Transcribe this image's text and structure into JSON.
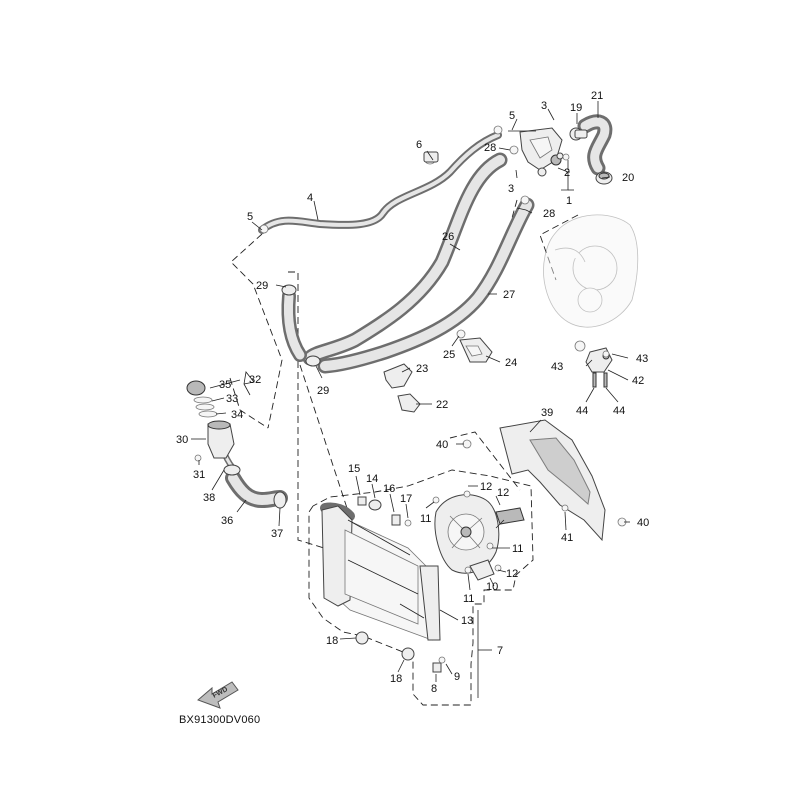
{
  "diagram": {
    "code": "BX91300DV060",
    "fwd_label": "FWD",
    "callouts": {
      "c1": "1",
      "c2": "2",
      "c3a": "3",
      "c3b": "3",
      "c4": "4",
      "c5a": "5",
      "c5b": "5",
      "c6": "6",
      "c7": "7",
      "c8": "8",
      "c9": "9",
      "c10": "10",
      "c11a": "11",
      "c11b": "11",
      "c11c": "11",
      "c12a": "12",
      "c12b": "12",
      "c12c": "12",
      "c13": "13",
      "c14": "14",
      "c15": "15",
      "c16": "16",
      "c17": "17",
      "c18a": "18",
      "c18b": "18",
      "c19": "19",
      "c20": "20",
      "c21": "21",
      "c22": "22",
      "c23": "23",
      "c24": "24",
      "c25": "25",
      "c26": "26",
      "c27": "27",
      "c28a": "28",
      "c28b": "28",
      "c29a": "29",
      "c29b": "29",
      "c30": "30",
      "c31": "31",
      "c32": "32",
      "c33": "33",
      "c34": "34",
      "c35": "35",
      "c36": "36",
      "c37": "37",
      "c38": "38",
      "c39": "39",
      "c40a": "40",
      "c40b": "40",
      "c41": "41",
      "c42": "42",
      "c43a": "43",
      "c43b": "43",
      "c44a": "44",
      "c44b": "44"
    }
  }
}
